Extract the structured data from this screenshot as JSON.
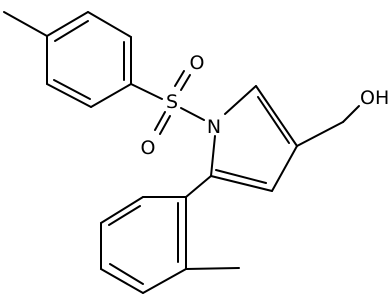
{
  "structure": {
    "atoms": {
      "sulfur": "S",
      "oxygen_top": "O",
      "oxygen_bottom": "O",
      "nitrogen": "N",
      "hydroxyl": "OH"
    },
    "colors": {
      "bond": "#000000",
      "label": "#000000",
      "background": "#ffffff"
    }
  }
}
